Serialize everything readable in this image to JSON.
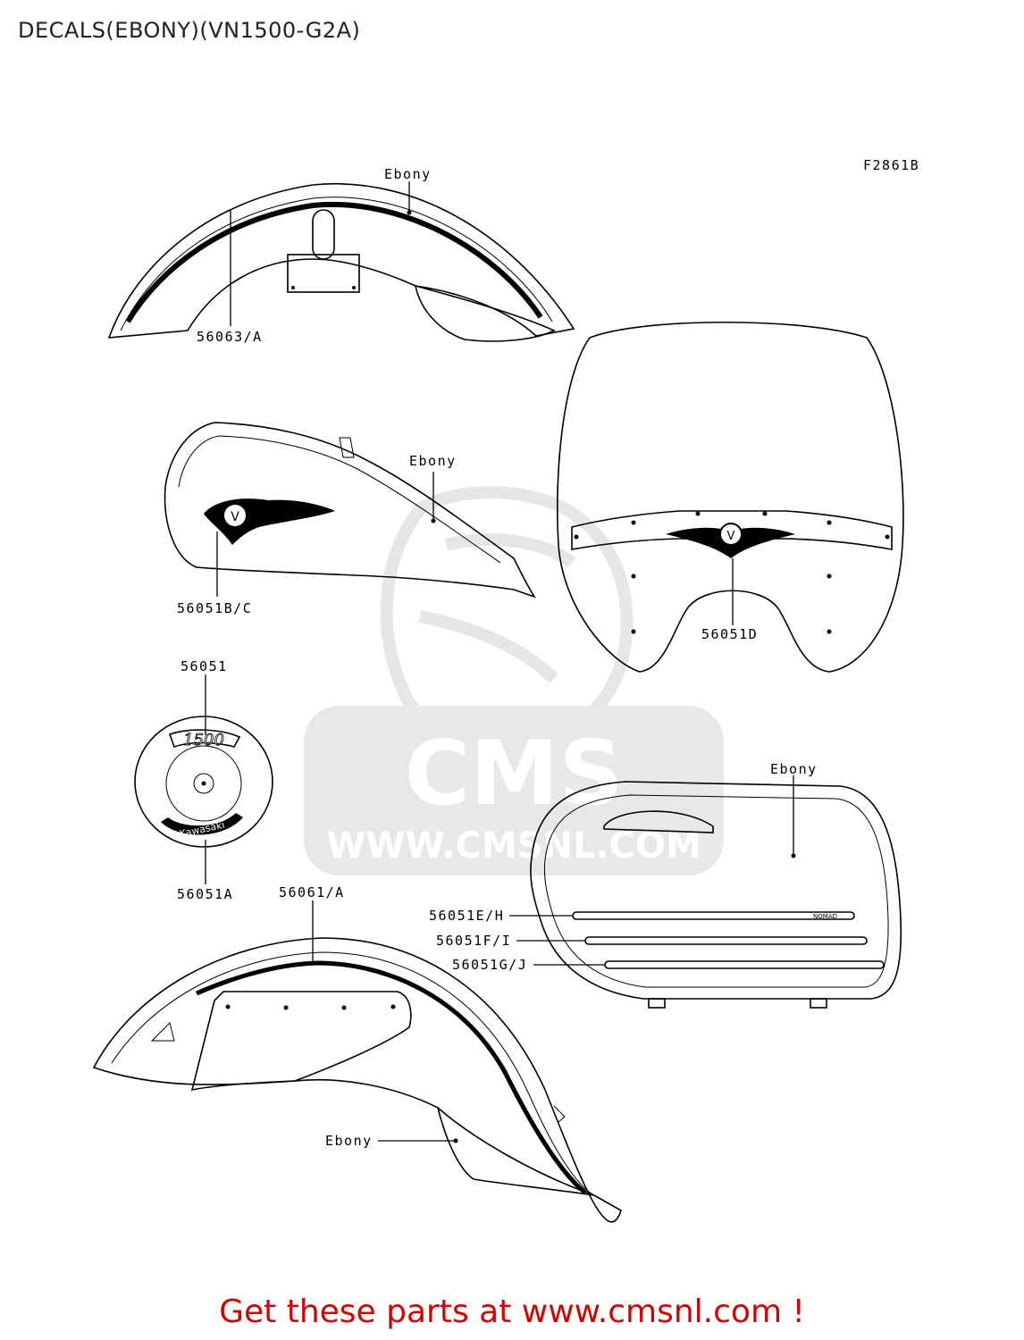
{
  "title": "DECALS(EBONY)(VN1500-G2A)",
  "figure_code": "F2861B",
  "footer": "Get these parts at www.cmsnl.com !",
  "watermark": {
    "brand": "CMS",
    "url": "WWW.CMSNL.COM"
  },
  "colors": {
    "footer": "#d40000",
    "watermark": "#e8e8e8"
  },
  "callouts": {
    "front_fender_color": "Ebony",
    "front_fender_stripe": "56063/A",
    "tank_color": "Ebony",
    "tank_emblem": "56051B/C",
    "windshield_emblem": "56051D",
    "cover_top": "56051",
    "cover_bottom": "56051A",
    "rear_fender_stripe": "56061/A",
    "rear_fender_color": "Ebony",
    "saddlebag_color": "Ebony",
    "saddlebag_stripe_1": "56051E/H",
    "saddlebag_stripe_2": "56051F/I",
    "saddlebag_stripe_3": "56051G/J"
  },
  "decal_text": {
    "cover_number": "1500",
    "cover_brand": "Kawasaki",
    "saddlebag_badge": "NOMAD"
  }
}
